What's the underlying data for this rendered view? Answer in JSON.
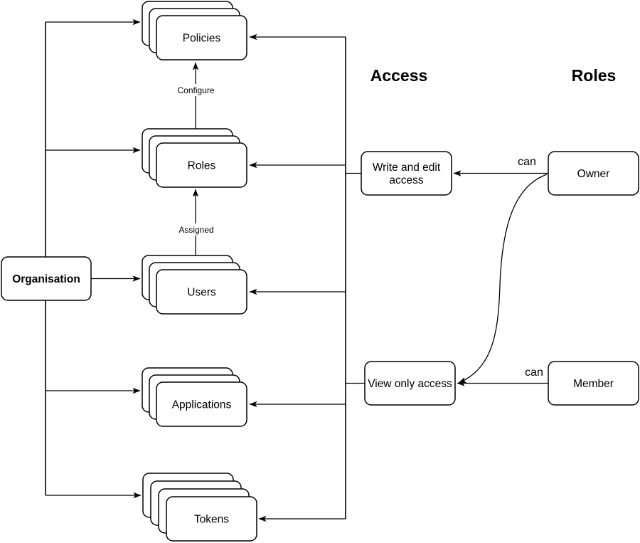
{
  "headers": {
    "access": "Access",
    "roles": "Roles"
  },
  "nodes": {
    "organisation": "Organisation",
    "policies": "Policies",
    "roles": "Roles",
    "users": "Users",
    "applications": "Applications",
    "tokens": "Tokens",
    "write_edit": {
      "line1": "Write and edit",
      "line2": "access"
    },
    "view_only": "View only access",
    "owner": "Owner",
    "member": "Member"
  },
  "edge_labels": {
    "configure": "Configure",
    "assigned": "Assigned",
    "owner_can": "can",
    "member_can": "can"
  },
  "colors": {
    "background": "#ffffff",
    "node_fill": "#ffffff",
    "stroke": "#000000",
    "text": "#000000"
  }
}
